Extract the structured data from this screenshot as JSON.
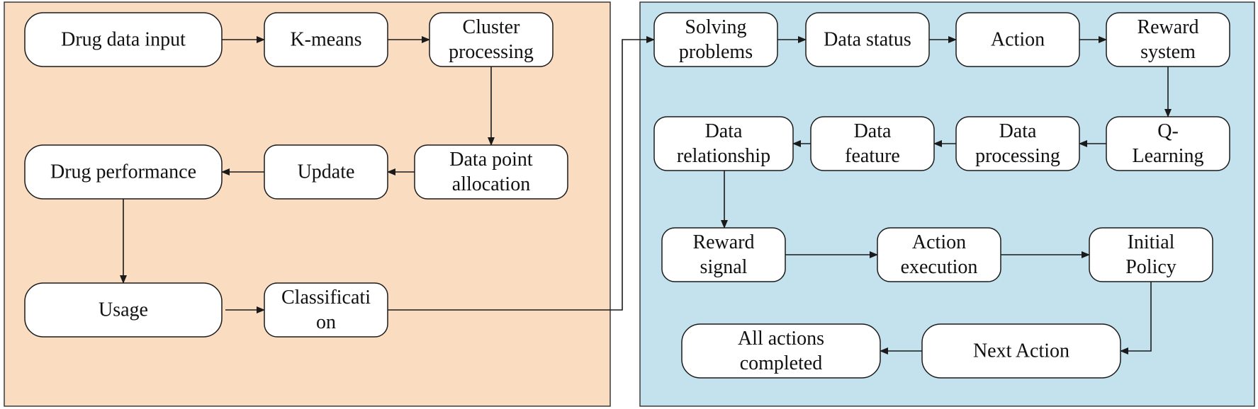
{
  "colors": {
    "left_panel": "#fadcc0",
    "right_panel": "#c3e2ee",
    "node_fill": "#ffffff",
    "stroke": "#1a1a1a"
  },
  "nodes": {
    "drug_data_input": [
      "Drug data input"
    ],
    "kmeans": [
      "K-means"
    ],
    "cluster_processing": [
      "Cluster",
      "processing"
    ],
    "data_point_allocation": [
      "Data point",
      "allocation"
    ],
    "update": [
      "Update"
    ],
    "drug_performance": [
      "Drug performance"
    ],
    "usage": [
      "Usage"
    ],
    "classification": [
      "Classificati",
      "on"
    ],
    "solving_problems": [
      "Solving",
      "problems"
    ],
    "data_status": [
      "Data status"
    ],
    "action": [
      "Action"
    ],
    "reward_system": [
      "Reward",
      "system"
    ],
    "q_learning": [
      "Q-",
      "Learning"
    ],
    "data_processing": [
      "Data",
      "processing"
    ],
    "data_feature": [
      "Data",
      "feature"
    ],
    "data_relationship": [
      "Data",
      "relationship"
    ],
    "reward_signal": [
      "Reward",
      "signal"
    ],
    "action_execution": [
      "Action",
      "execution"
    ],
    "initial_policy": [
      "Initial",
      "Policy"
    ],
    "next_action": [
      "Next Action"
    ],
    "all_actions_completed": [
      "All actions",
      "completed"
    ]
  },
  "edges": [
    [
      "drug_data_input",
      "kmeans"
    ],
    [
      "kmeans",
      "cluster_processing"
    ],
    [
      "cluster_processing",
      "data_point_allocation"
    ],
    [
      "data_point_allocation",
      "update"
    ],
    [
      "update",
      "drug_performance"
    ],
    [
      "drug_performance",
      "usage"
    ],
    [
      "usage",
      "classification"
    ],
    [
      "classification",
      "solving_problems"
    ],
    [
      "solving_problems",
      "data_status"
    ],
    [
      "data_status",
      "action"
    ],
    [
      "action",
      "reward_system"
    ],
    [
      "reward_system",
      "q_learning"
    ],
    [
      "q_learning",
      "data_processing"
    ],
    [
      "data_processing",
      "data_feature"
    ],
    [
      "data_feature",
      "data_relationship"
    ],
    [
      "data_relationship",
      "reward_signal"
    ],
    [
      "reward_signal",
      "action_execution"
    ],
    [
      "action_execution",
      "initial_policy"
    ],
    [
      "initial_policy",
      "next_action"
    ],
    [
      "next_action",
      "all_actions_completed"
    ]
  ]
}
